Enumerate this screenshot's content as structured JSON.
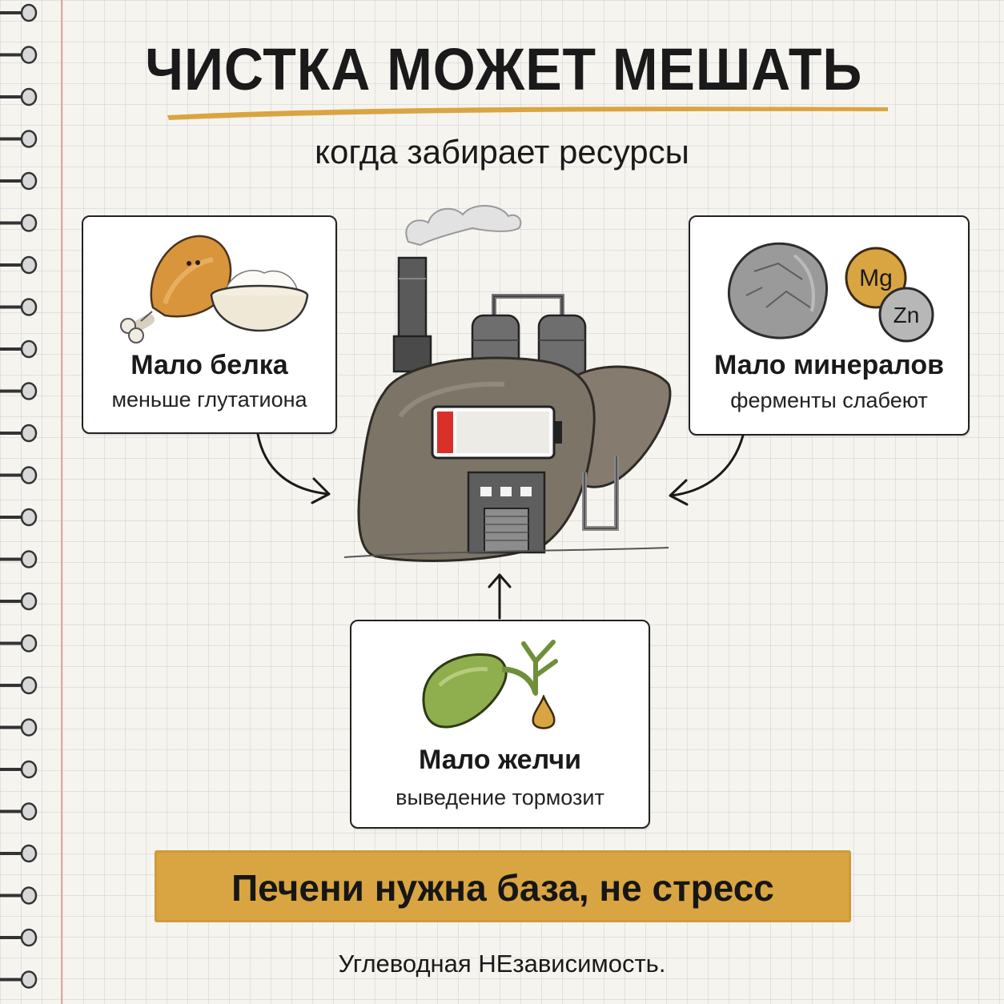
{
  "title": "ЧИСТКА МОЖЕТ МЕШАТЬ",
  "subtitle": "когда забирает ресурсы",
  "cards": {
    "protein": {
      "title": "Мало белка",
      "subtitle": "меньше глутатиона"
    },
    "minerals": {
      "title": "Мало минералов",
      "subtitle": "ферменты слабеют",
      "mineral_labels": [
        "Mg",
        "Zn"
      ]
    },
    "bile": {
      "title": "Мало желчи",
      "subtitle": "выведение тормозит"
    }
  },
  "banner": "Печени нужна база, не стресс",
  "footer": "Углеводная НЕзависимость.",
  "colors": {
    "accent": "#d9a542",
    "battery_low": "#d9302a",
    "liver": "#7d7468",
    "gallbladder": "#8fae4e",
    "margin_line": "#e6a5a0"
  },
  "icons": [
    "spiral-binding-icon",
    "chicken-leg-icon",
    "rice-bowl-icon",
    "rock-icon",
    "mg-coin-icon",
    "zn-coin-icon",
    "liver-factory-icon",
    "battery-low-icon",
    "gallbladder-icon",
    "bile-drop-icon",
    "arrow-icon"
  ]
}
